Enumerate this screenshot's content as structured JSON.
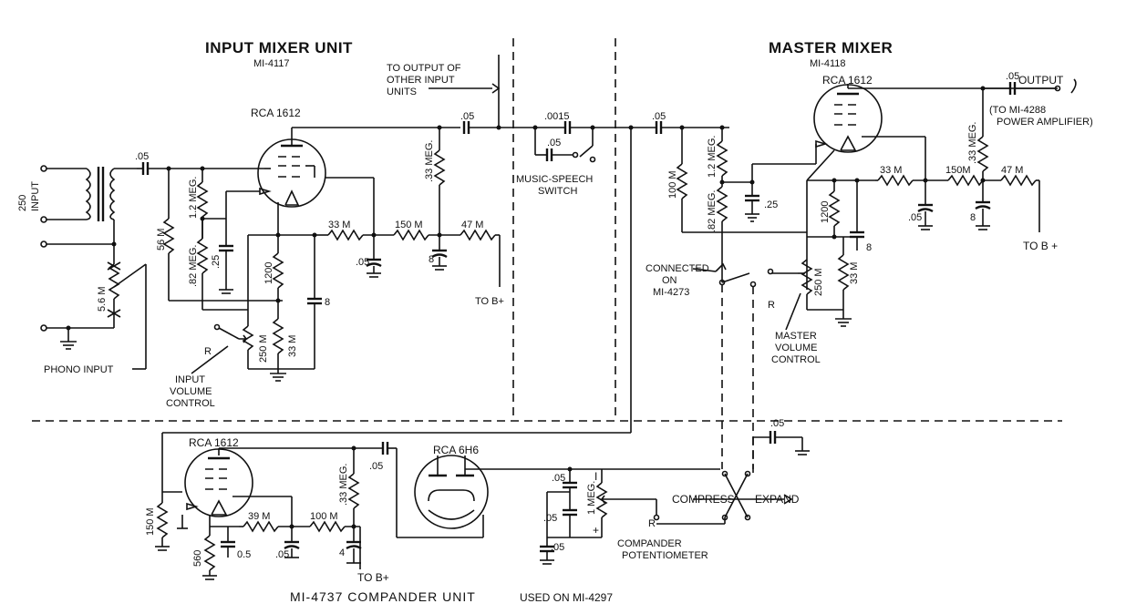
{
  "titles": {
    "input_mixer": "INPUT MIXER UNIT",
    "input_mixer_model": "MI-4117",
    "master_mixer": "MASTER MIXER",
    "master_mixer_model": "MI-4118",
    "compander": "MI-4737 COMPANDER UNIT",
    "compander_used": "USED ON MI-4297"
  },
  "labels": {
    "to_output_1": "TO OUTPUT OF",
    "to_output_2": "OTHER INPUT",
    "to_output_3": "UNITS",
    "rca1612_a": "RCA 1612",
    "rca1612_b": "RCA 1612",
    "rca1612_c": "RCA 1612",
    "rca6h6": "RCA 6H6",
    "input_250_1": "250",
    "input_250_2": "INPUT",
    "phono_input": "PHONO INPUT",
    "input_vol_1": "INPUT",
    "input_vol_2": "VOLUME",
    "input_vol_3": "CONTROL",
    "music_speech_1": "MUSIC-SPEECH",
    "music_speech_2": "SWITCH",
    "output": "OUTPUT",
    "to_mi4288_1": "(TO MI-4288",
    "to_mi4288_2": "POWER AMPLIFIER)",
    "connected_1": "CONNECTED",
    "connected_2": "ON",
    "connected_3": "MI-4273",
    "master_vol_1": "MASTER",
    "master_vol_2": "VOLUME",
    "master_vol_3": "CONTROL",
    "compress": "COMPRESS",
    "expand": "EXPAND",
    "compander_pot_1": "COMPANDER",
    "compander_pot_2": "POTENTIOMETER",
    "to_b_plus_1": "TO B+",
    "to_b_plus_2": "TO B +",
    "to_b_plus_3": "TO B+",
    "r_in": "R",
    "r_master": "R",
    "r_comp": "R",
    "plus": "+",
    "minus": "I"
  },
  "values": {
    "c_in": ".05",
    "r56m": "56 M",
    "r12m_in": "1.2 MEG.",
    "r82_in": ".82 MEG.",
    "c25_in": ".25",
    "r1200_in": "1200",
    "c8_in": "8",
    "pot250_in": "250 M",
    "r33m_in_cath": "33 M",
    "r56_phono": "5.6 M",
    "r33m_in": "33 M",
    "r150m_in": "150 M",
    "r47m_in": "47 M",
    "c05_in_b": ".05",
    "c8_in_b": "8",
    "r33meg_in_plate": ".33 MEG.",
    "c_out_in": ".05",
    "c_0015": ".0015",
    "c_05_ms": ".05",
    "c_in_master": ".05",
    "r100m_master": "100 M",
    "r12m_master": "1.2 MEG.",
    "r82_master": ".82 MEG.",
    "c25_master": ".25",
    "r1200_master": "1200",
    "c8_master": "8",
    "pot250_master": "250 M",
    "r33m_master_cath": "33 M",
    "r33m_master": "33 M",
    "r150m_master": "150M",
    "r47m_master": "47 M",
    "c05_master_b": ".05",
    "c8_master_b": "8",
    "r33meg_master": ".33 MEG.",
    "c_out": ".05",
    "c05_comp_top": ".05",
    "r150m_comp": "150 M",
    "r560_comp": "560",
    "c05_comp_cath": "0.5",
    "r39m_comp": "39 M",
    "c05_comp_b1": ".05",
    "r100m_comp": "100 M",
    "c4_comp": "4",
    "r33meg_comp": ".33 MEG.",
    "c05_comp_link": ".05",
    "c05_diode_1": ".05",
    "c05_diode_2": ".05",
    "c05_diode_3": ".05",
    "pot1meg": "1 MEG."
  }
}
